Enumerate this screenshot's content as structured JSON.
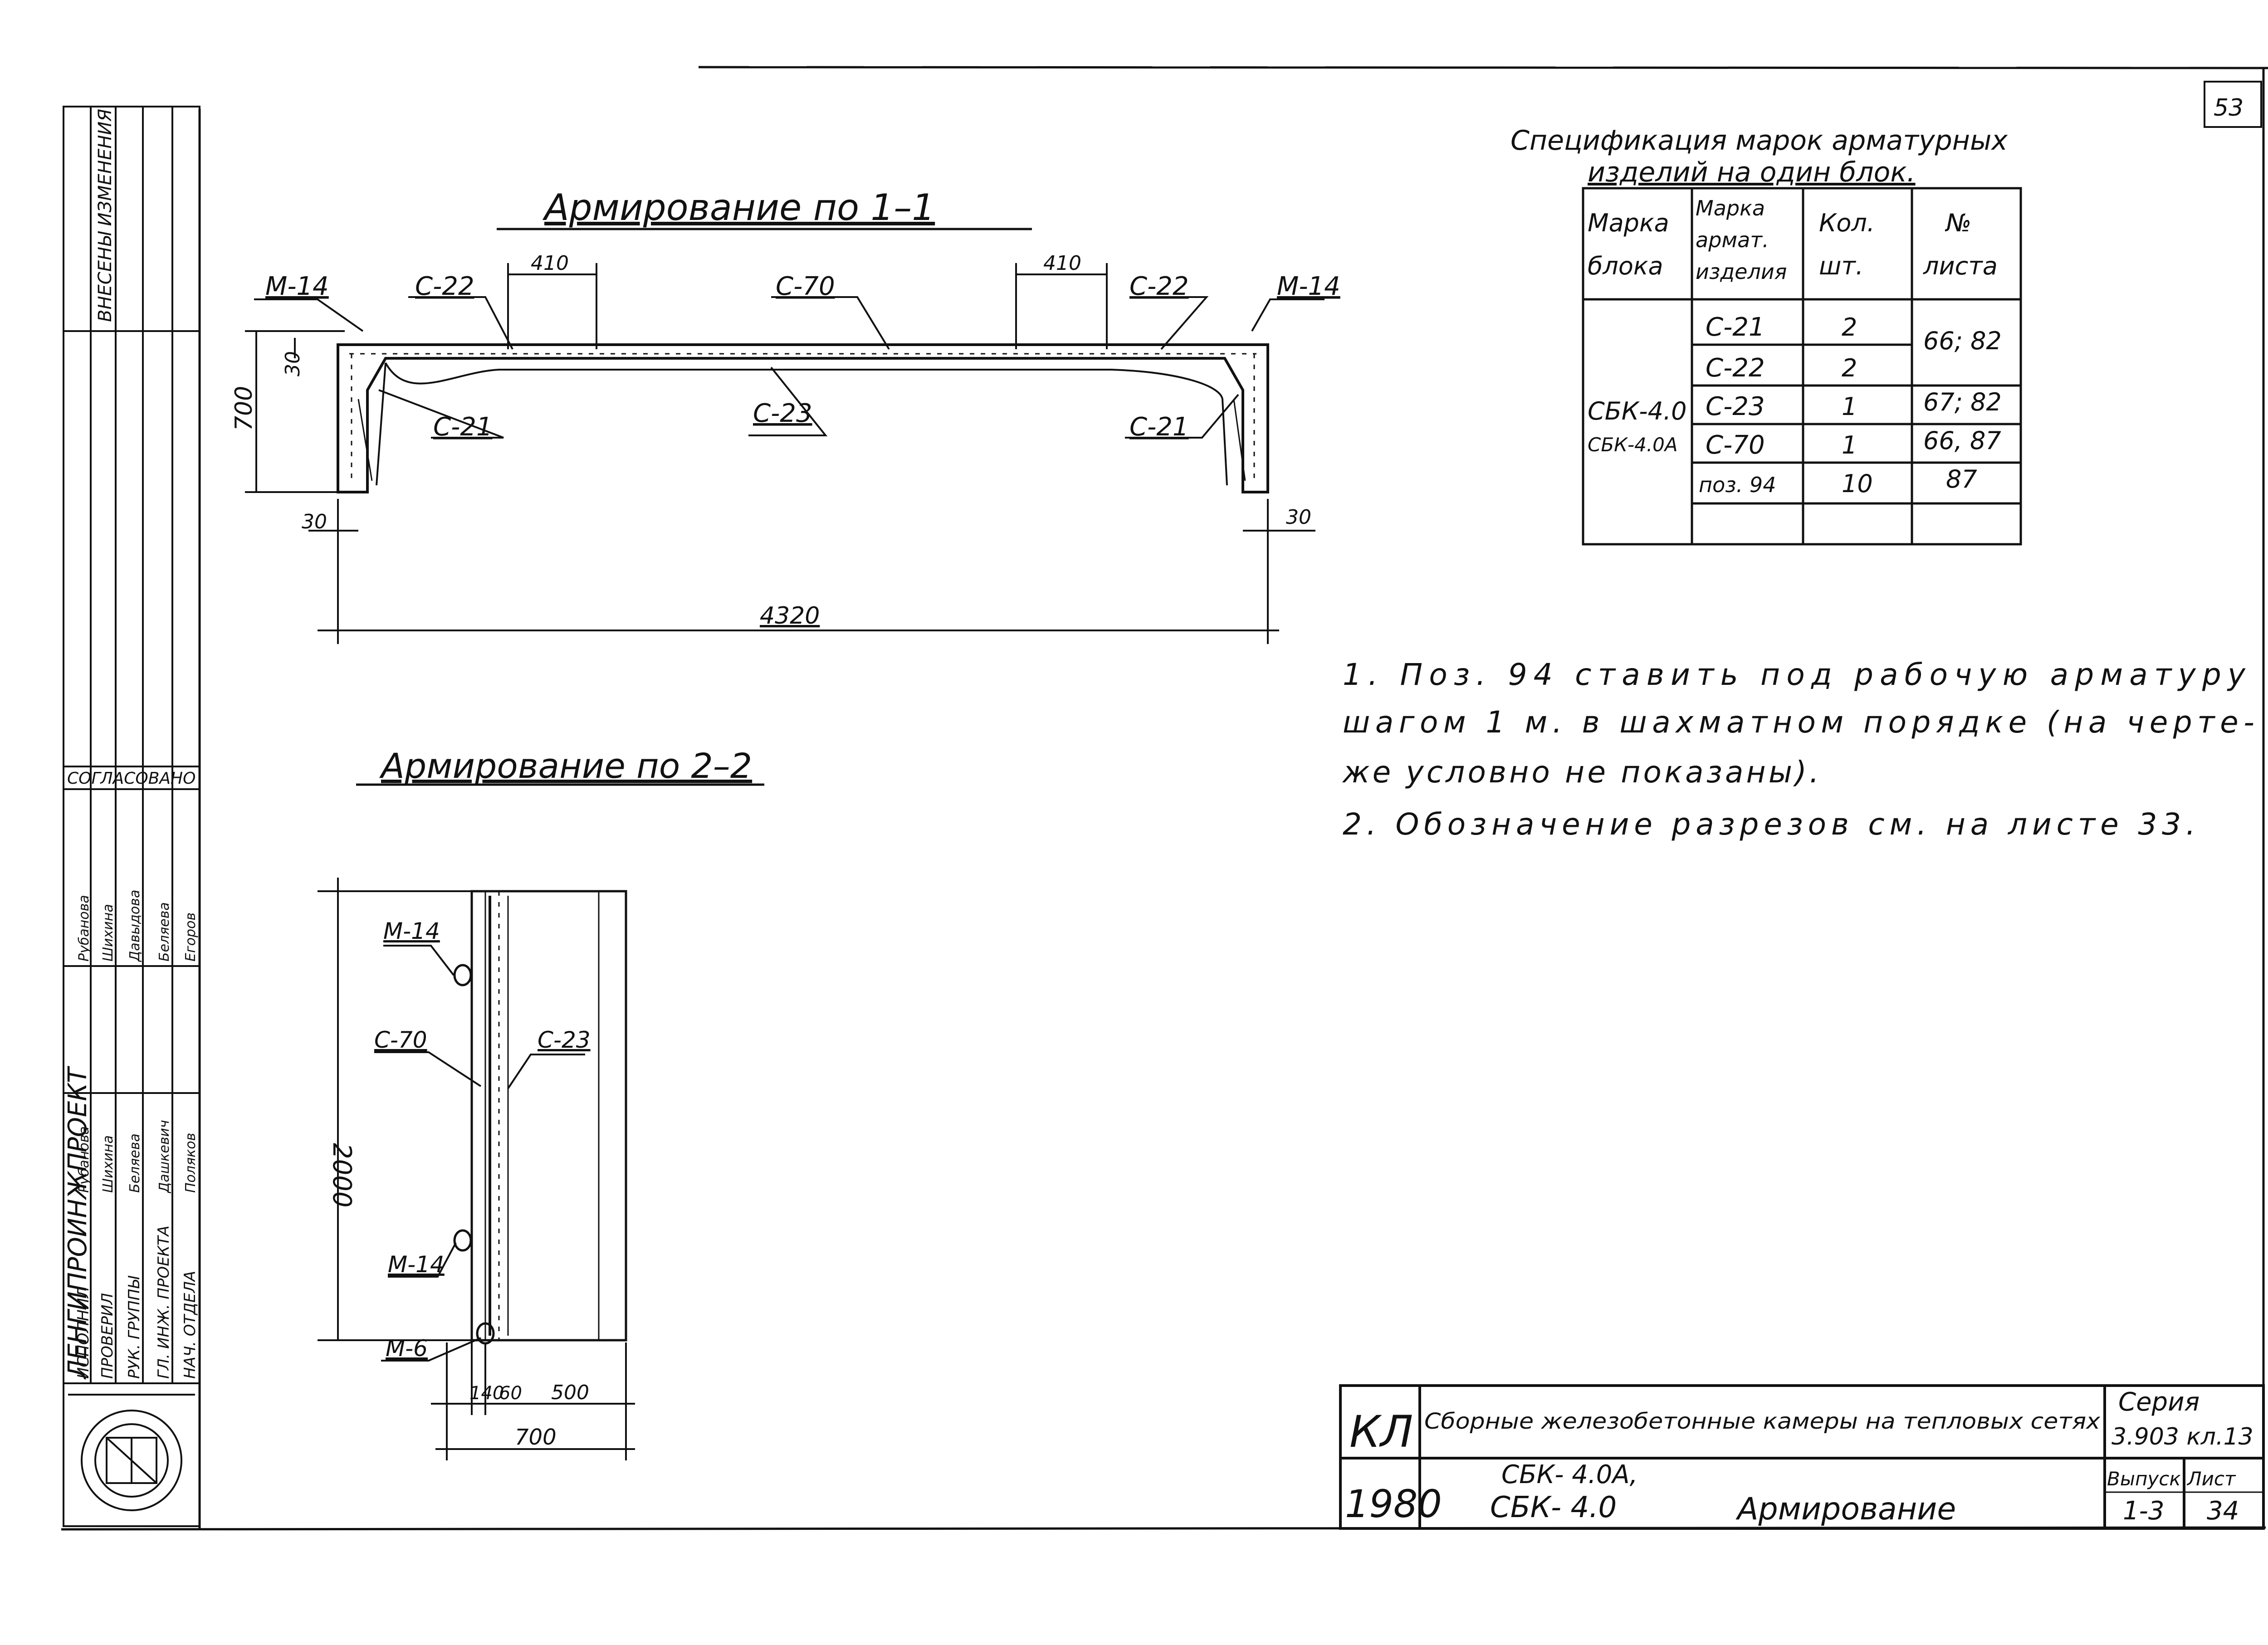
{
  "page_number": "53",
  "drawing1": {
    "title": "Армирование по 1–1",
    "labels": {
      "m14_left": "М-14",
      "m14_right": "М-14",
      "c22_left": "С-22",
      "c22_right": "С-22",
      "c70": "С-70",
      "c23": "С-23",
      "c21_left": "С-21",
      "c21_right": "С-21"
    },
    "dims": {
      "d410_left": "410",
      "d410_right": "410",
      "d30_top": "30",
      "d700": "700",
      "d30_bl": "30",
      "d30_br": "30",
      "d4320": "4320"
    }
  },
  "drawing2": {
    "title": "Армирование по 2–2",
    "labels": {
      "m14_top": "М-14",
      "c70": "С-70",
      "c23": "С-23",
      "m14_bottom": "М-14",
      "m6": "М-6"
    },
    "dims": {
      "d2000": "2000",
      "d140": "140",
      "d60": "60",
      "d500": "500",
      "d700": "700"
    }
  },
  "spec": {
    "title_line1": "Спецификация марок арматурных",
    "title_line2": "изделий на один блок.",
    "headers": [
      [
        "Марка",
        "блока"
      ],
      [
        "Марка",
        "армат.",
        "изделия"
      ],
      [
        "Кол.",
        "шт."
      ],
      [
        "№",
        "листа"
      ]
    ],
    "block_marks": [
      "СБК-4.0",
      "СБК-4.0А"
    ],
    "rows": [
      {
        "item": "С-21",
        "qty": "2"
      },
      {
        "item": "С-22",
        "qty": "2"
      },
      {
        "item": "С-23",
        "qty": "1"
      },
      {
        "item": "С-70",
        "qty": "1"
      },
      {
        "item": "поз. 94",
        "qty": "10"
      },
      {
        "item": "",
        "qty": ""
      }
    ],
    "sheets": [
      "66; 82",
      "67; 82",
      "66, 87",
      "87"
    ]
  },
  "notes": [
    "1. Поз. 94 ставить под рабочую арматуру",
    "шагом 1 м. в шахматном порядке (на черте-",
    "же условно не показаны).",
    "2. Обозначение разрезов см. на листе 33."
  ],
  "stamp": {
    "code": "КЛ",
    "year": "1980",
    "description": "Сборные железобетонные камеры на тепловых сетях",
    "series_label": "Серия",
    "series_value": "3.903 кл.13",
    "marks_line1": "СБК- 4.0А,",
    "marks_line2": "СБК- 4.0",
    "sheet_title": "Армирование",
    "issue_label": "Выпуск",
    "issue_value": "1-3",
    "sheet_label": "Лист",
    "sheet_value": "34"
  },
  "side_block": {
    "org": "ЛЕНГИПРОИНЖПРОЕКТ",
    "changes": "ВНЕСЕНЫ ИЗМЕНЕНИЯ",
    "approved": "СОГЛАСОВАНО",
    "roles": [
      "НАЧ. ОТДЕЛА",
      "ГЛ. ИНЖ. ПРОЕКТА",
      "РУК. ГРУППЫ",
      "ПРОВЕРИЛ",
      "ИСПОЛНИЛ"
    ],
    "names": [
      "Поляков",
      "Дашкевич",
      "Беляева",
      "Шихина",
      "Рубанова"
    ],
    "approve_names": [
      "Егоров",
      "Беляева",
      "Давыдова",
      "Шихина",
      "Рубанова"
    ]
  }
}
